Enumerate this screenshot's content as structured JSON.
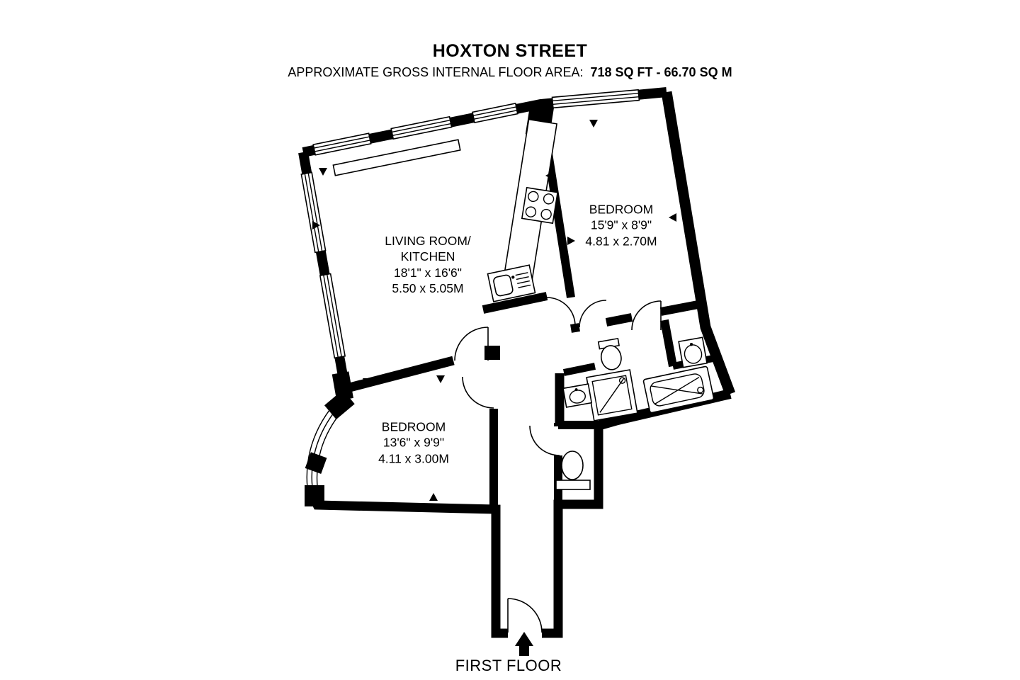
{
  "header": {
    "title": "HOXTON STREET",
    "area_label": "APPROXIMATE GROSS INTERNAL FLOOR AREA:",
    "area_value": "718 SQ FT  -  66.70 SQ M"
  },
  "rooms": {
    "living": {
      "name_line1": "LIVING ROOM/",
      "name_line2": "KITCHEN",
      "imperial": "18'1\" x 16'6\"",
      "metric": "5.50 x 5.05M"
    },
    "bedroom1": {
      "name": "BEDROOM",
      "imperial": "15'9\" x 8'9\"",
      "metric": "4.81 x 2.70M"
    },
    "bedroom2": {
      "name": "BEDROOM",
      "imperial": "13'6\" x 9'9\"",
      "metric": "4.11 x 3.00M"
    }
  },
  "footer": {
    "floor_label": "FIRST FLOOR"
  },
  "colors": {
    "wall": "#000000",
    "background": "#ffffff",
    "text": "#000000"
  }
}
